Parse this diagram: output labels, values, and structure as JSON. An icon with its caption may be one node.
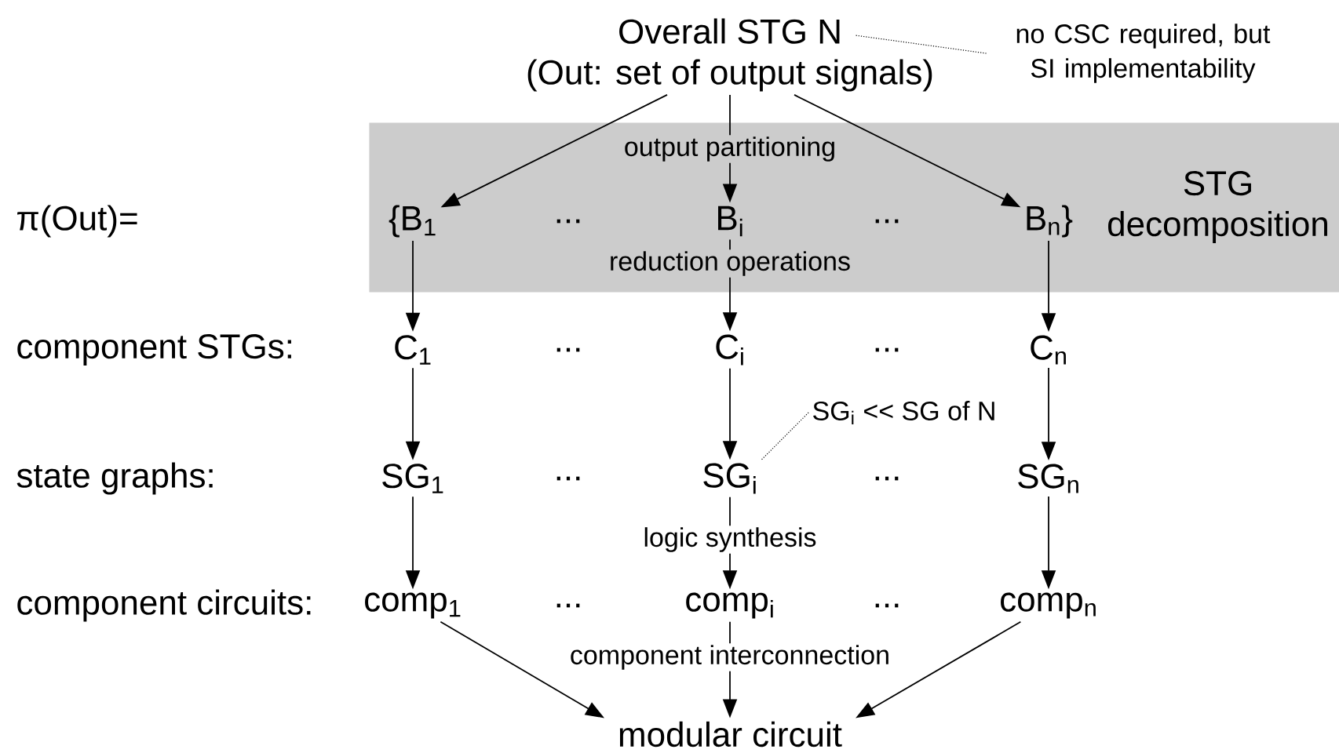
{
  "diagram": {
    "nodes": [
      {
        "text": [
          "Overall STG N",
          "(Out: set of output signals)"
        ]
      },
      {
        "text": [
          "no CSC required, but SI implementability"
        ]
      },
      {
        "text": [
          "STG decomposition"
        ]
      },
      {
        "text": [
          "{B$_{1}$"
        ],
        "in": 2
      },
      {
        "text": [
          "B$_{i}$"
        ],
        "in": 2
      },
      {
        "text": [
          "B$_{n}$}"
        ],
        "in": 2
      },
      {
        "text": [
          "C$_{1}$"
        ]
      },
      {
        "text": [
          "C$_{i}$"
        ]
      },
      {
        "text": [
          "C$_{n}$"
        ]
      },
      {
        "text": [
          "SG$_{1}$"
        ]
      },
      {
        "text": [
          "SG$_{i}$"
        ]
      },
      {
        "text": [
          "SG$_{n}$"
        ]
      },
      {
        "text": [
          "SG$_{i}$ << SG of N"
        ]
      },
      {
        "text": [
          "comp$_{1}$"
        ]
      },
      {
        "text": [
          "comp$_{i}$"
        ]
      },
      {
        "text": [
          "comp$_{n}$"
        ]
      },
      {
        "text": [
          "modular circuit"
        ]
      }
    ],
    "edges": [
      {
        "from": 1,
        "to": 0,
        "arrow": "none",
        "style": "dashed"
      },
      {
        "from": 0,
        "to": 3,
        "arrow": "to"
      },
      {
        "from": 0,
        "to": 4,
        "arrow": "to",
        "label": "output partitioning"
      },
      {
        "from": 0,
        "to": 5,
        "arrow": "to"
      },
      {
        "from": 3,
        "to": 6,
        "arrow": "to"
      },
      {
        "from": 4,
        "to": 7,
        "arrow": "to",
        "label": "reduction operations"
      },
      {
        "from": 5,
        "to": 8,
        "arrow": "to"
      },
      {
        "from": 6,
        "to": 9,
        "arrow": "to"
      },
      {
        "from": 7,
        "to": 10,
        "arrow": "to"
      },
      {
        "from": 8,
        "to": 11,
        "arrow": "to"
      },
      {
        "from": 12,
        "to": 10,
        "arrow": "none",
        "style": "dashed"
      },
      {
        "from": 9,
        "to": 13,
        "arrow": "to"
      },
      {
        "from": 10,
        "to": 14,
        "arrow": "to",
        "label": "logic synthesis"
      },
      {
        "from": 11,
        "to": 15,
        "arrow": "to"
      },
      {
        "from": 13,
        "to": 16,
        "arrow": "to"
      },
      {
        "from": 14,
        "to": 16,
        "arrow": "to",
        "label": "component interconnection"
      },
      {
        "from": 15,
        "to": 16,
        "arrow": "to"
      }
    ],
    "labels": [
      "π(Out)=",
      "...",
      "...",
      "component STGs:",
      "...",
      "...",
      "state graphs:",
      "...",
      "...",
      "component circuits:",
      "...",
      "..."
    ]
  }
}
